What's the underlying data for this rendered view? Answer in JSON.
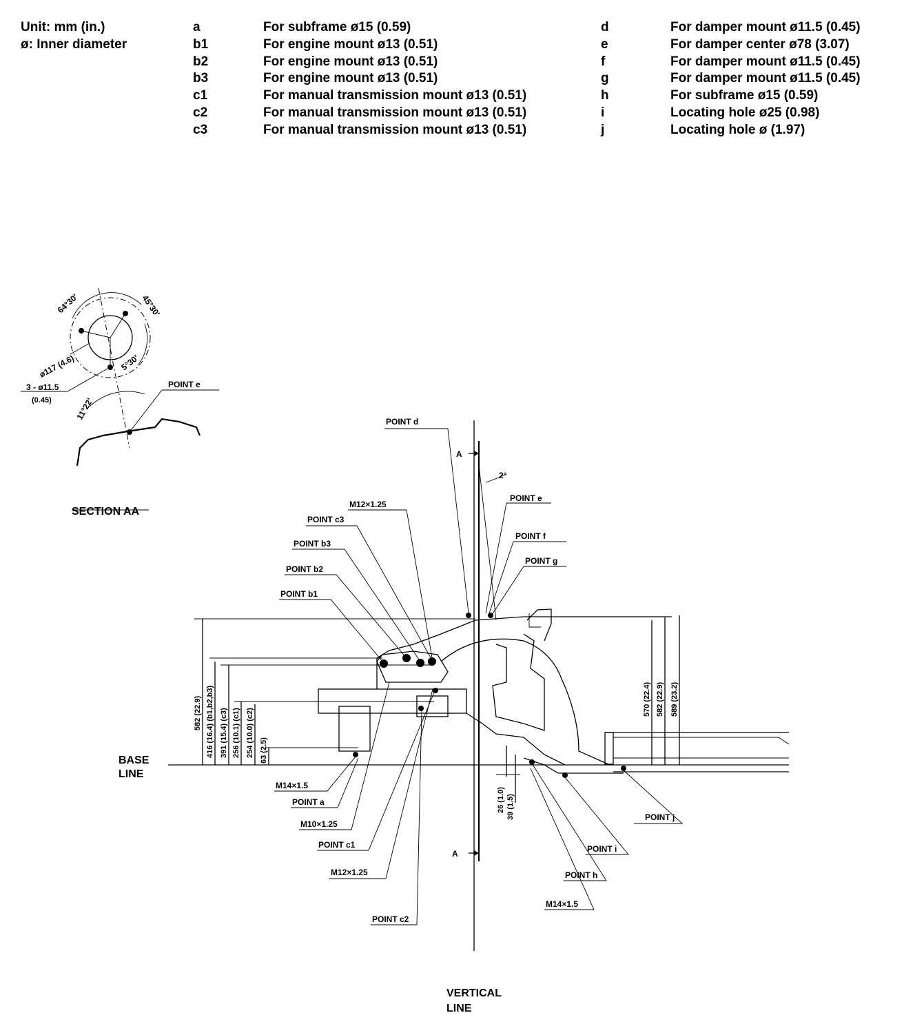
{
  "legend": {
    "unit_label": "Unit: mm (in.)",
    "inner_diameter_label": "ø: Inner diameter",
    "left_column": [
      {
        "code": "a",
        "desc": "For subframe ø15 (0.59)"
      },
      {
        "code": "b1",
        "desc": "For engine mount ø13 (0.51)"
      },
      {
        "code": "b2",
        "desc": "For engine mount ø13 (0.51)"
      },
      {
        "code": "b3",
        "desc": "For engine mount ø13 (0.51)"
      },
      {
        "code": "c1",
        "desc": "For manual transmission mount ø13 (0.51)"
      },
      {
        "code": "c2",
        "desc": "For manual transmission mount ø13 (0.51)"
      },
      {
        "code": "c3",
        "desc": "For manual transmission mount ø13 (0.51)"
      }
    ],
    "right_column": [
      {
        "code": "d",
        "desc": "For damper mount ø11.5 (0.45)"
      },
      {
        "code": "e",
        "desc": "For damper center ø78 (3.07)"
      },
      {
        "code": "f",
        "desc": "For damper mount ø11.5 (0.45)"
      },
      {
        "code": "g",
        "desc": "For damper mount ø11.5 (0.45)"
      },
      {
        "code": "h",
        "desc": "For subframe ø15 (0.59)"
      },
      {
        "code": "i",
        "desc": "Locating hole ø25 (0.98)"
      },
      {
        "code": "j",
        "desc": "Locating hole ø (1.97)"
      }
    ]
  },
  "section_aa": {
    "title": "SECTION AA",
    "angle_top_left": "64°30'",
    "angle_top_right": "45°30'",
    "angle_mid": "5°30'",
    "angle_bottom": "11°22'",
    "bolt_circle": "ø117 (4.6)",
    "holes": "3 - ø11.5",
    "holes_in": "(0.45)",
    "point_label": "POINT e"
  },
  "main_view": {
    "base_line": [
      "BASE",
      "LINE"
    ],
    "vertical_line": [
      "VERTICAL",
      "LINE"
    ],
    "section_marker": "A",
    "angle": "2°",
    "points": {
      "d": "POINT d",
      "e": "POINT e",
      "f": "POINT f",
      "g": "POINT g",
      "c3": "POINT c3",
      "b3": "POINT b3",
      "b2": "POINT b2",
      "b1": "POINT b1",
      "a": "POINT a",
      "c1": "POINT c1",
      "c2": "POINT c2",
      "h": "POINT h",
      "i": "POINT i",
      "j": "POINT j"
    },
    "threads": {
      "top_m12": "M12×1.25",
      "m14_left": "M14×1.5",
      "m10": "M10×1.25",
      "m12_bottom": "M12×1.25",
      "m14_right": "M14×1.5"
    },
    "left_dims": [
      "582 (22.9)",
      "416 (16.4) (b1,b2,b3)",
      "391 (15.4) (c3)",
      "256 (10.1) (c1)",
      "254 (10.0) (c2)",
      "63 (2.5)"
    ],
    "right_dims": [
      "570 (22.4)",
      "582 (22.9)",
      "589 (23.2)"
    ],
    "bottom_dims": [
      "26 (1.0)",
      "39 (1.5)"
    ]
  }
}
